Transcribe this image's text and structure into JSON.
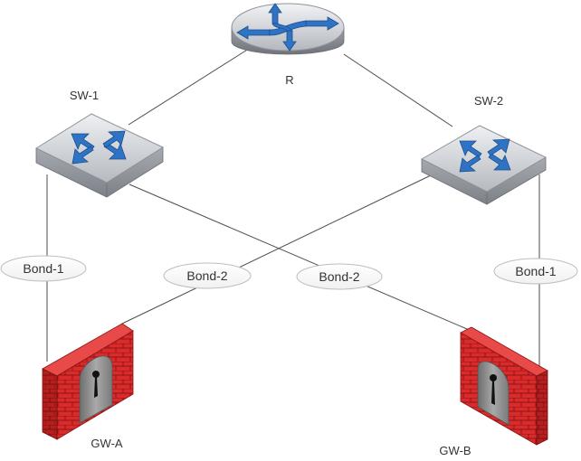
{
  "nodes": {
    "router": {
      "label": "R"
    },
    "sw1": {
      "label": "SW-1"
    },
    "sw2": {
      "label": "SW-2"
    },
    "gwa": {
      "label": "GW-A"
    },
    "gwb": {
      "label": "GW-B"
    }
  },
  "bonds": {
    "a1": "Bond-1",
    "a2": "Bond-2",
    "b2": "Bond-2",
    "b1": "Bond-1"
  },
  "colors": {
    "link": "#4d4d4d",
    "device_body": "#b8bcc2",
    "device_arrows": "#2f73c4",
    "firewall_brick": "#d92b2b",
    "arch": "#8a8a8a",
    "bond_border": "#bdbdbd"
  }
}
